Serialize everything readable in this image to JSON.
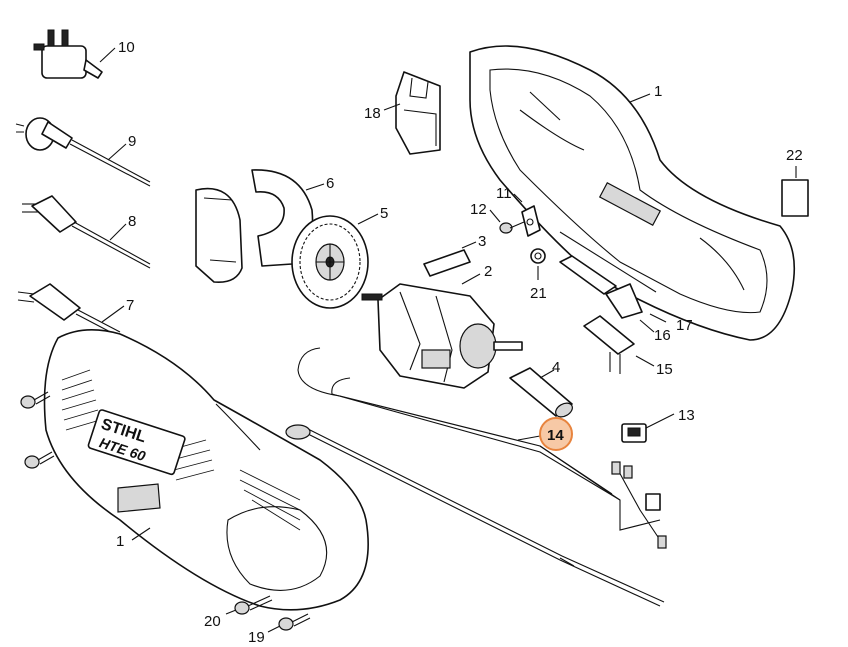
{
  "logo": {
    "brand": "STIHL",
    "model": "HTE 60"
  },
  "callouts": [
    {
      "id": "c10",
      "label": "10"
    },
    {
      "id": "c9",
      "label": "9"
    },
    {
      "id": "c8",
      "label": "8"
    },
    {
      "id": "c7",
      "label": "7"
    },
    {
      "id": "c18",
      "label": "18"
    },
    {
      "id": "c1a",
      "label": "1"
    },
    {
      "id": "c22",
      "label": "22"
    },
    {
      "id": "c6",
      "label": "6"
    },
    {
      "id": "c5",
      "label": "5"
    },
    {
      "id": "c11",
      "label": "11"
    },
    {
      "id": "c12",
      "label": "12"
    },
    {
      "id": "c3",
      "label": "3"
    },
    {
      "id": "c2",
      "label": "2"
    },
    {
      "id": "c21",
      "label": "21"
    },
    {
      "id": "c16",
      "label": "16"
    },
    {
      "id": "c17",
      "label": "17"
    },
    {
      "id": "c15",
      "label": "15"
    },
    {
      "id": "c4",
      "label": "4"
    },
    {
      "id": "c13",
      "label": "13"
    },
    {
      "id": "c14",
      "label": "14",
      "highlighted": true
    },
    {
      "id": "c1b",
      "label": "1"
    },
    {
      "id": "c20",
      "label": "20"
    },
    {
      "id": "c19",
      "label": "19"
    }
  ],
  "colors": {
    "highlight_fill": "#f7c9a6",
    "highlight_stroke": "#e8843e",
    "line": "#111111"
  }
}
